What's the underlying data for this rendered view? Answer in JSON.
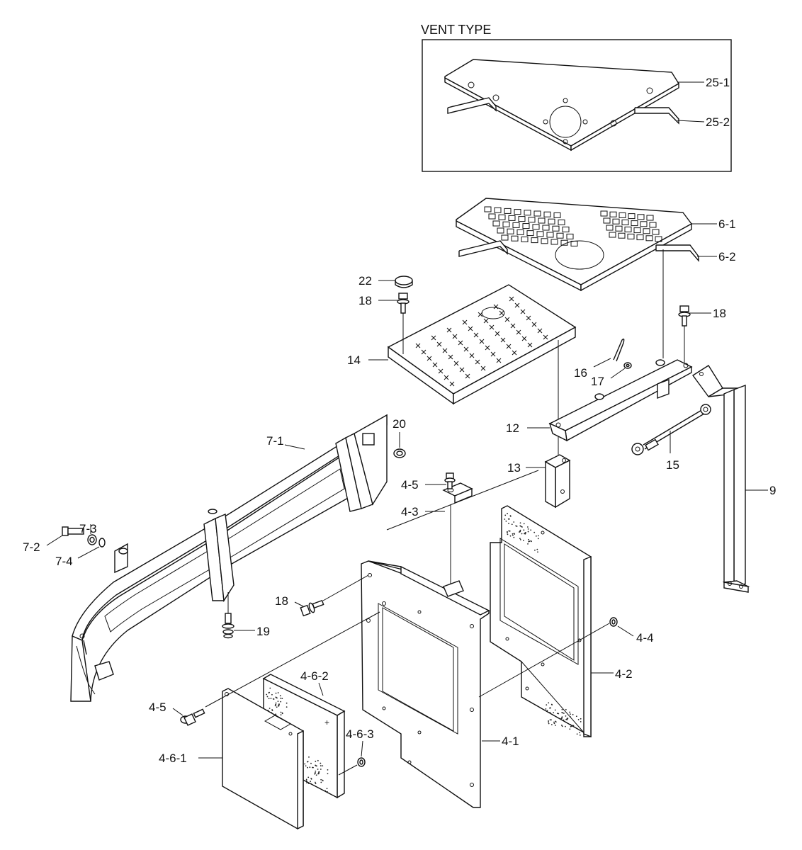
{
  "inset": {
    "title": "VENT TYPE"
  },
  "callouts": {
    "c25_1": "25-1",
    "c25_2": "25-2",
    "c6_1": "6-1",
    "c6_2": "6-2",
    "c22": "22",
    "c18a": "18",
    "c18b": "18",
    "c18c": "18",
    "c14": "14",
    "c16": "16",
    "c17": "17",
    "c12": "12",
    "c20": "20",
    "c7_1": "7-1",
    "c13": "13",
    "c15": "15",
    "c9": "9",
    "c4_5a": "4-5",
    "c4_3": "4-3",
    "c7_3": "7-3",
    "c7_2": "7-2",
    "c7_4": "7-4",
    "c19": "19",
    "c4_4": "4-4",
    "c4_2": "4-2",
    "c4_6_2": "4-6-2",
    "c4_5b": "4-5",
    "c4_6_3": "4-6-3",
    "c4_6_1": "4-6-1",
    "c4_1": "4-1"
  }
}
